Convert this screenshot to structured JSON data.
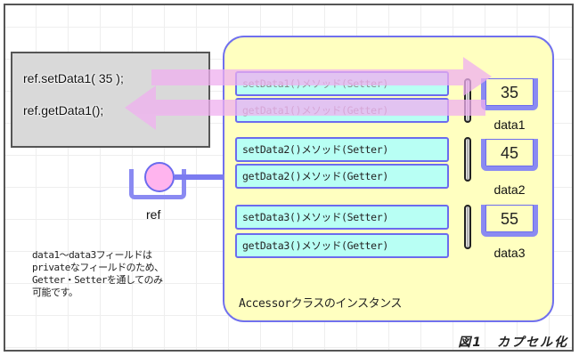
{
  "code": {
    "lines": [
      "ref.setData1( 35 );",
      "ref.getData1();"
    ]
  },
  "instance": {
    "label": "Accessorクラスのインスタンス",
    "methods": [
      {
        "label": "setData1()メソッド(Setter)",
        "faded": true
      },
      {
        "label": "getData1()メソッド(Getter)",
        "faded": true
      },
      {
        "label": "setData2()メソッド(Setter)",
        "faded": false
      },
      {
        "label": "getData2()メソッド(Getter)",
        "faded": false
      },
      {
        "label": "setData3()メソッド(Setter)",
        "faded": false
      },
      {
        "label": "getData3()メソッド(Getter)",
        "faded": false
      }
    ],
    "fields": [
      {
        "name": "data1",
        "value": "35"
      },
      {
        "name": "data2",
        "value": "45"
      },
      {
        "name": "data3",
        "value": "55"
      }
    ]
  },
  "ref": {
    "label": "ref"
  },
  "note": "data1～data3フィールドは\nprivateなフィールドのため、\nGetter・Setterを通してのみ\n可能です。",
  "caption": "図1　カプセル化",
  "colors": {
    "instance_bg": "#ffffc0",
    "instance_border": "#7070ee",
    "method_bg": "#b8fff4",
    "arrow": "#f0a8f0",
    "ref_ball": "#ffb4ee",
    "code_bg": "#d9d9d9"
  }
}
